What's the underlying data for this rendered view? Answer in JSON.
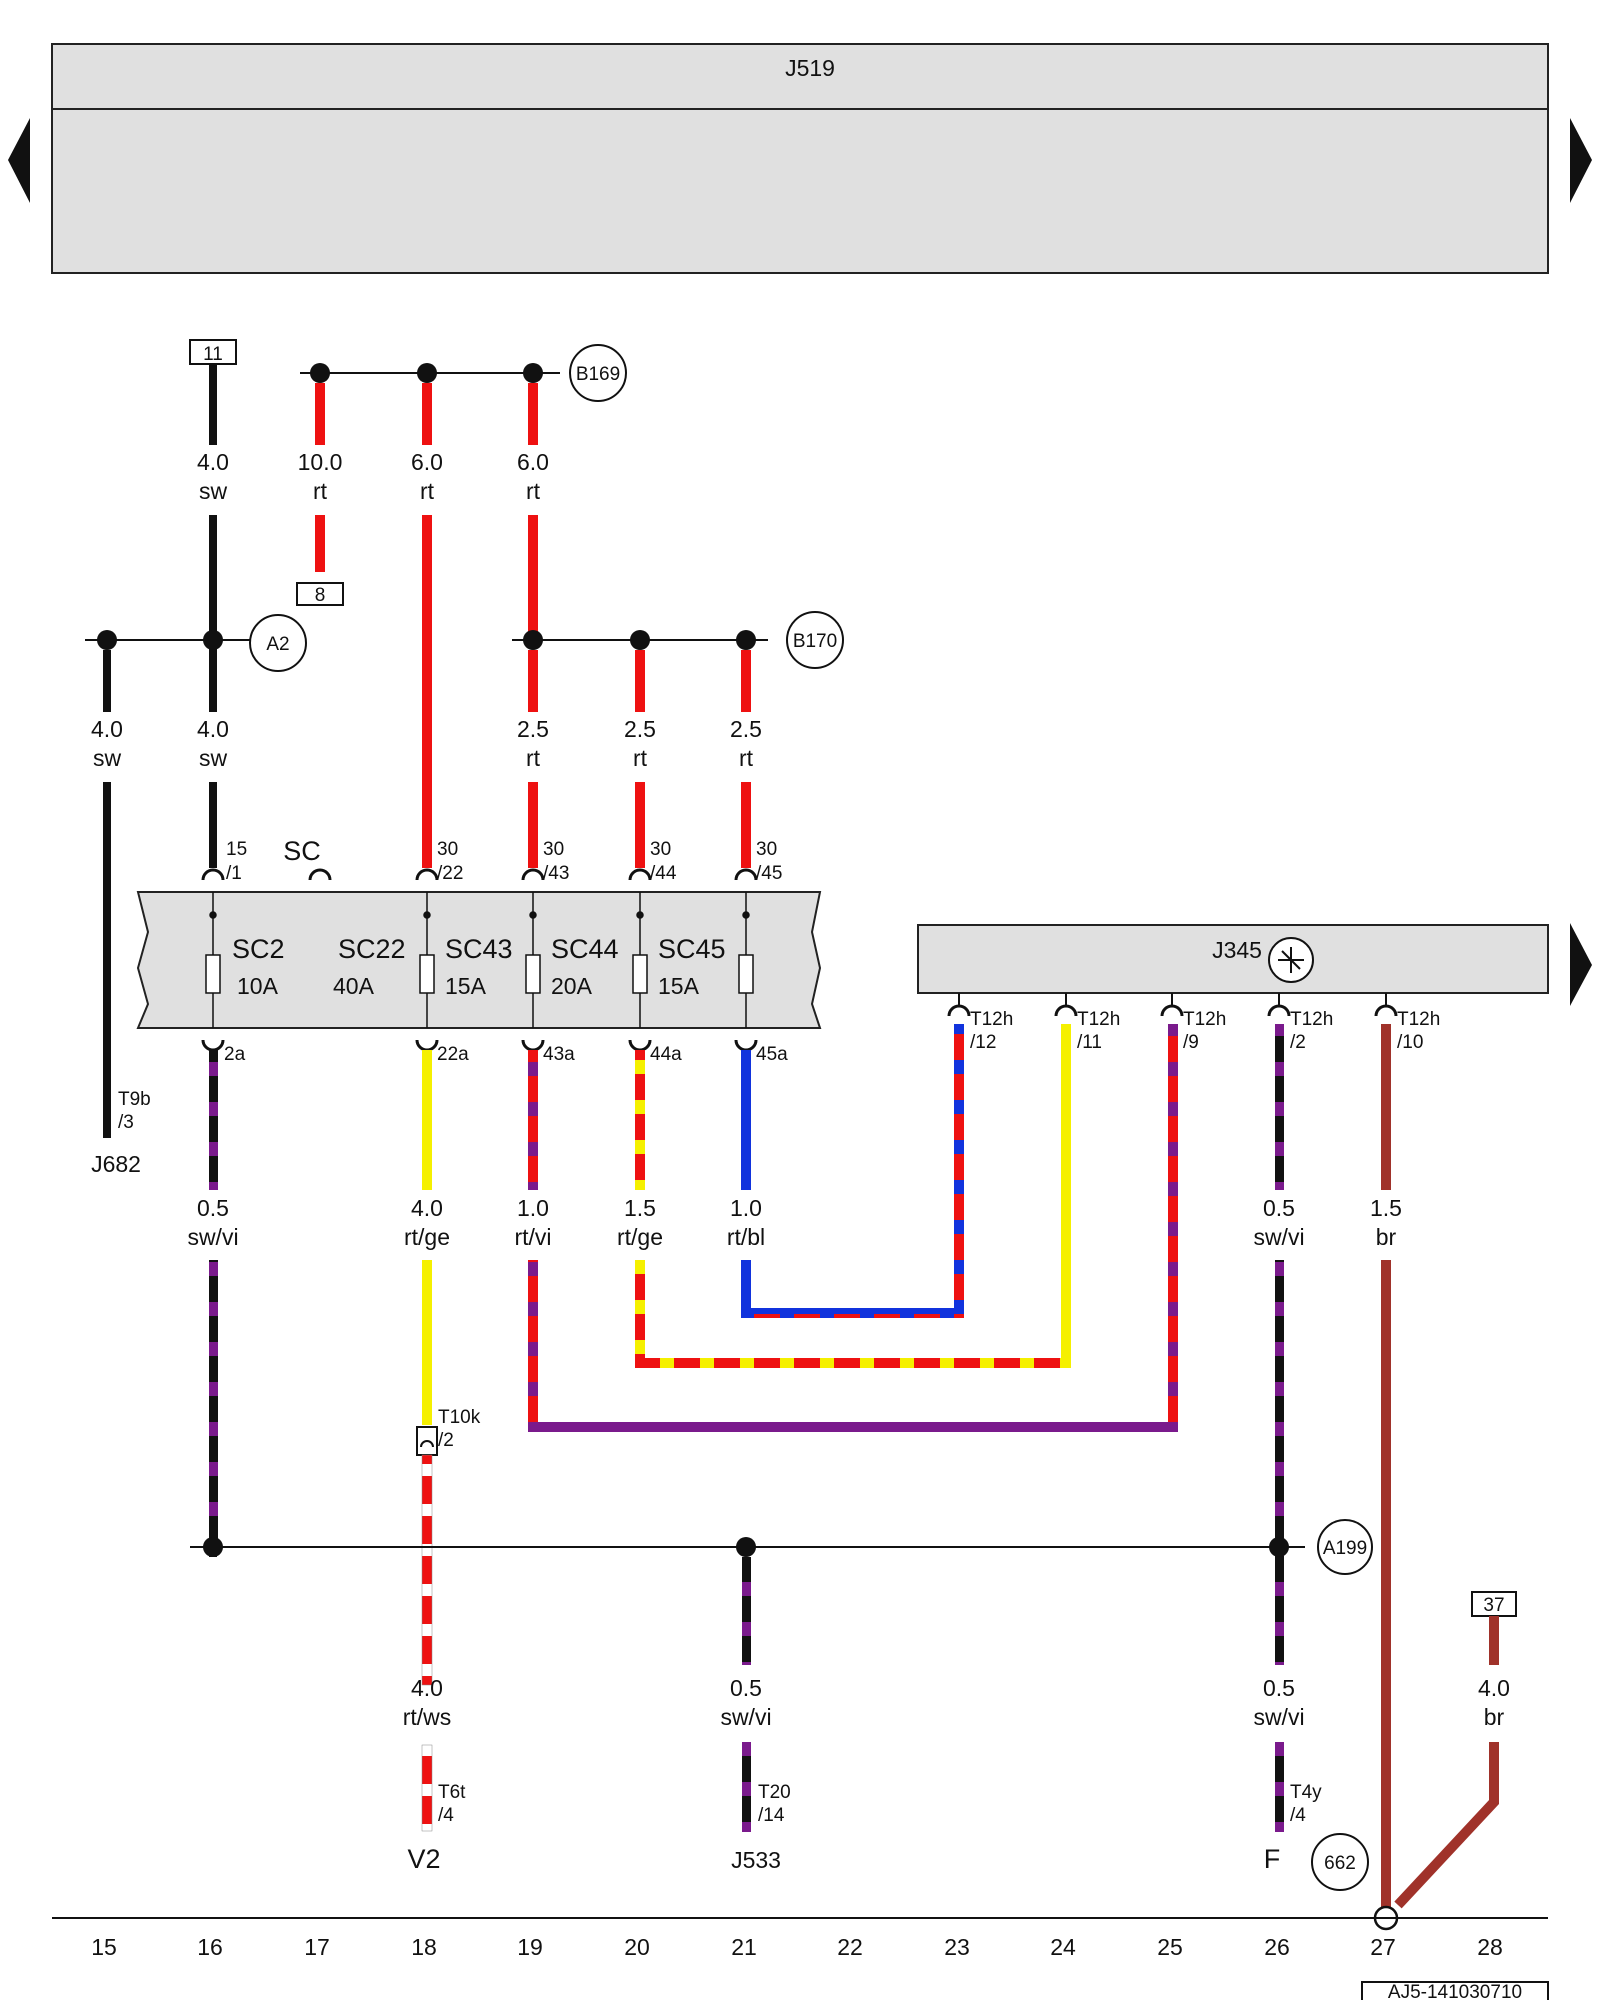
{
  "header": {
    "component": "J519"
  },
  "nav": {
    "prev_icon": "triangle-left-icon",
    "next_icon": "triangle-right-icon"
  },
  "colors": {
    "sw": "#111111",
    "rt": "#ee1111",
    "ge": "#f5f000",
    "vi": "#7a1a8c",
    "bl": "#1133dd",
    "ws": "#ffffff",
    "br": "#a0322a",
    "panel": "#e0e0e0"
  },
  "terminals": {
    "t11": "11",
    "t8": "8",
    "t37": "37"
  },
  "nodes": {
    "b169": "B169",
    "b170": "B170",
    "a2": "A2",
    "a199": "A199",
    "e662": "662"
  },
  "fuse_box": {
    "label": "SC",
    "fuses": [
      {
        "name": "SC2",
        "rating": "10A"
      },
      {
        "name": "SC22",
        "rating": "40A"
      },
      {
        "name": "SC43",
        "rating": "15A"
      },
      {
        "name": "SC44",
        "rating": "20A"
      },
      {
        "name": "SC45",
        "rating": "15A"
      }
    ],
    "in_pins": [
      {
        "top": "15",
        "bottom": "/1"
      },
      {
        "top": "30",
        "bottom": "/22"
      },
      {
        "top": "30",
        "bottom": "/43"
      },
      {
        "top": "30",
        "bottom": "/44"
      },
      {
        "top": "30",
        "bottom": "/45"
      }
    ],
    "out_pins": [
      "2a",
      "22a",
      "43a",
      "44a",
      "45a"
    ]
  },
  "module": {
    "name": "J345",
    "pins": [
      {
        "top": "T12h",
        "bottom": "/12"
      },
      {
        "top": "T12h",
        "bottom": "/11"
      },
      {
        "top": "T12h",
        "bottom": "/9"
      },
      {
        "top": "T12h",
        "bottom": "/2"
      },
      {
        "top": "T12h",
        "bottom": "/10"
      }
    ]
  },
  "wire_labels": [
    {
      "size": "4.0",
      "color": "sw"
    },
    {
      "size": "10.0",
      "color": "rt"
    },
    {
      "size": "6.0",
      "color": "rt"
    },
    {
      "size": "6.0",
      "color": "rt"
    },
    {
      "size": "4.0",
      "color": "sw"
    },
    {
      "size": "4.0",
      "color": "sw"
    },
    {
      "size": "2.5",
      "color": "rt"
    },
    {
      "size": "2.5",
      "color": "rt"
    },
    {
      "size": "2.5",
      "color": "rt"
    },
    {
      "size": "0.5",
      "color": "sw/vi"
    },
    {
      "size": "4.0",
      "color": "rt/ge"
    },
    {
      "size": "1.0",
      "color": "rt/vi"
    },
    {
      "size": "1.5",
      "color": "rt/ge"
    },
    {
      "size": "1.0",
      "color": "rt/bl"
    },
    {
      "size": "0.5",
      "color": "sw/vi"
    },
    {
      "size": "1.5",
      "color": "br"
    },
    {
      "size": "4.0",
      "color": "rt/ws"
    },
    {
      "size": "0.5",
      "color": "sw/vi"
    },
    {
      "size": "0.5",
      "color": "sw/vi"
    },
    {
      "size": "4.0",
      "color": "br"
    }
  ],
  "connectors": [
    {
      "top": "T9b",
      "bottom": "/3"
    },
    {
      "top": "T10k",
      "bottom": "/2"
    },
    {
      "top": "T6t",
      "bottom": "/4"
    },
    {
      "top": "T20",
      "bottom": "/14"
    },
    {
      "top": "T4y",
      "bottom": "/4"
    }
  ],
  "components": {
    "j682": "J682",
    "v2": "V2",
    "j533": "J533",
    "f": "F"
  },
  "grid_numbers": [
    "15",
    "16",
    "17",
    "18",
    "19",
    "20",
    "21",
    "22",
    "23",
    "24",
    "25",
    "26",
    "27",
    "28"
  ],
  "footer_code": "AJ5-141030710"
}
